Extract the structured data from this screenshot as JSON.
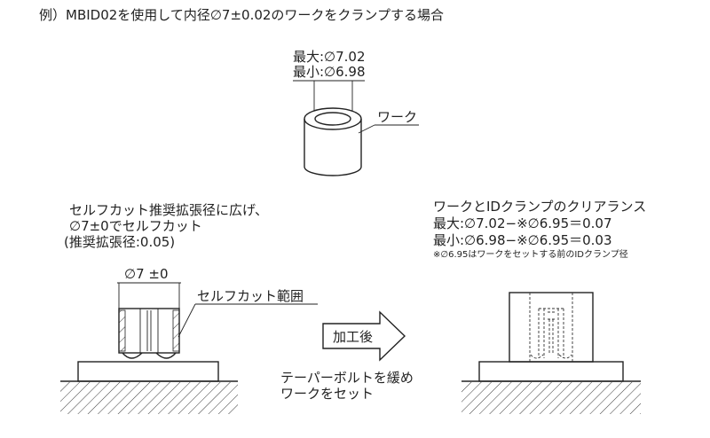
{
  "title": "例）MBID02を使用して内径∅7±0.02のワークをクランプする場合",
  "top_dims": {
    "max": "最大:∅7.02",
    "min": "最小:∅6.98",
    "work_label": "ワーク"
  },
  "left_note": {
    "line1": "セルフカット推奨拡張径に広げ、",
    "line2": "∅7±0でセルフカット",
    "line3": "(推奨拡張径:0.05)"
  },
  "left_dim": "∅7 ±0",
  "self_cut_range": "セルフカット範囲",
  "arrow_label": "加工後",
  "bottom_note": {
    "line1": "テーパーボルトを緩め",
    "line2": "ワークをセット"
  },
  "clearance": {
    "title": "ワークとIDクランプのクリアランス",
    "max": "最大:∅7.02−※∅6.95＝0.07",
    "min": "最小:∅6.98−※∅6.95＝0.03",
    "note": "※∅6.95はワークをセットする前のIDクランプ径"
  }
}
